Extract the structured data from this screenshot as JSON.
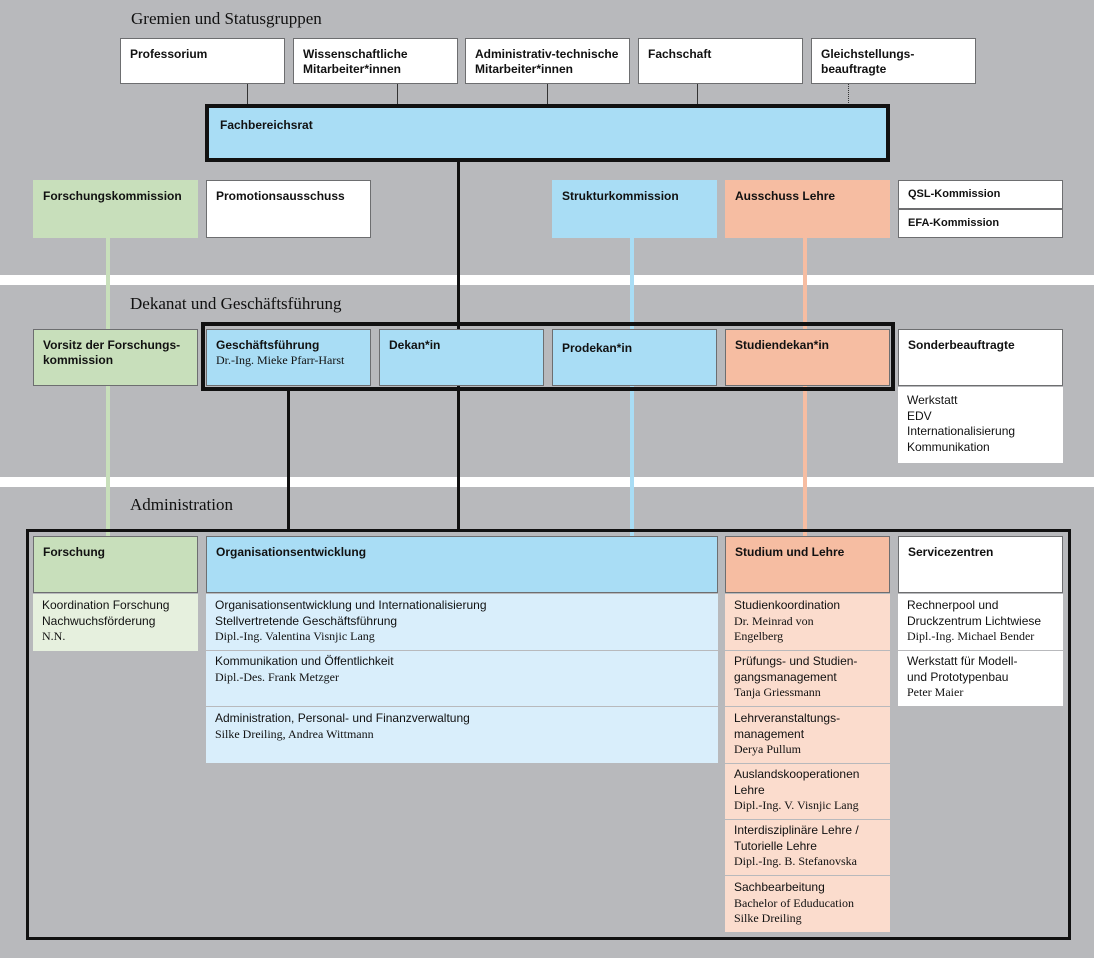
{
  "sections": {
    "gremien": "Gremien und Statusgruppen",
    "dekanat": "Dekanat und Geschäftsführung",
    "administration": "Administration"
  },
  "gremien": [
    "Professorium",
    "Wissenschaftliche\nMitarbeiter*innen",
    "Administrativ-technische\nMitarbeiter*innen",
    "Fachschaft",
    "Gleichstellungs-\nbeauftragte"
  ],
  "fachbereichsrat": "Fachbereichsrat",
  "kommissionen": {
    "forschung": "Forschungskommission",
    "promotion": "Promotionsausschuss",
    "struktur": "Strukturkommission",
    "lehre": "Ausschuss Lehre",
    "qsl": "QSL-Kommission",
    "efa": "EFA-Kommission"
  },
  "dekanat": {
    "vorsitz": "Vorsitz der Forschungs-\nkommission",
    "gf_title": "Geschäftsführung",
    "gf_name": "Dr.-Ing. Mieke Pfarr-Harst",
    "dekan": "Dekan*in",
    "prodekan": "Prodekan*in",
    "studiendekan": "Studiendekan*in",
    "sonder_title": "Sonderbeauftragte",
    "sonder_items": "Werkstatt\nEDV\nInternationalisierung\nKommunikation"
  },
  "admin": {
    "forschung": {
      "title": "Forschung",
      "items": "Koordination Forschung\nNachwuchsförderung",
      "person": "N.N."
    },
    "orga": {
      "title": "Organisationsentwicklung",
      "entries": [
        {
          "lines": "Organisationsentwicklung und Internationalisierung\nStellvertretende Geschäftsführung",
          "person": "Dipl.-Ing. Valentina Visnjic Lang"
        },
        {
          "lines": "Kommunikation und Öffentlichkeit",
          "person": "Dipl.-Des. Frank Metzger"
        },
        {
          "lines": "Administration, Personal- und Finanzverwaltung",
          "person": "Silke Dreiling, Andrea Wittmann"
        }
      ]
    },
    "studium": {
      "title": "Studium und Lehre",
      "entries": [
        {
          "lines": "Studienkoordination",
          "person": "Dr. Meinrad von\nEngelberg"
        },
        {
          "lines": "Prüfungs- und Studien-\ngangsmanagement",
          "person": "Tanja Griessmann"
        },
        {
          "lines": "Lehrveranstaltungs-\nmanagement",
          "person": "Derya Pullum"
        },
        {
          "lines": "Auslandskooperationen\nLehre",
          "person": "Dipl.-Ing. V. Visnjic Lang"
        },
        {
          "lines": "Interdisziplinäre Lehre /\nTutorielle Lehre",
          "person": "Dipl.-Ing. B. Stefanovska"
        },
        {
          "lines": "Sachbearbeitung",
          "person": "Bachelor of Eduducation\nSilke Dreiling"
        }
      ]
    },
    "service": {
      "title": "Servicezentren",
      "entries": [
        {
          "lines": "Rechnerpool und\nDruckzentrum Lichtwiese",
          "person": "Dipl.-Ing. Michael Bender"
        },
        {
          "lines": "Werkstatt für Modell-\nund Prototypenbau",
          "person": "Peter Maier"
        }
      ]
    }
  },
  "colors": {
    "background": "#b8b9bc",
    "blue": "#a9ddf5",
    "green": "#c8dfbb",
    "orange": "#f6bda2"
  }
}
